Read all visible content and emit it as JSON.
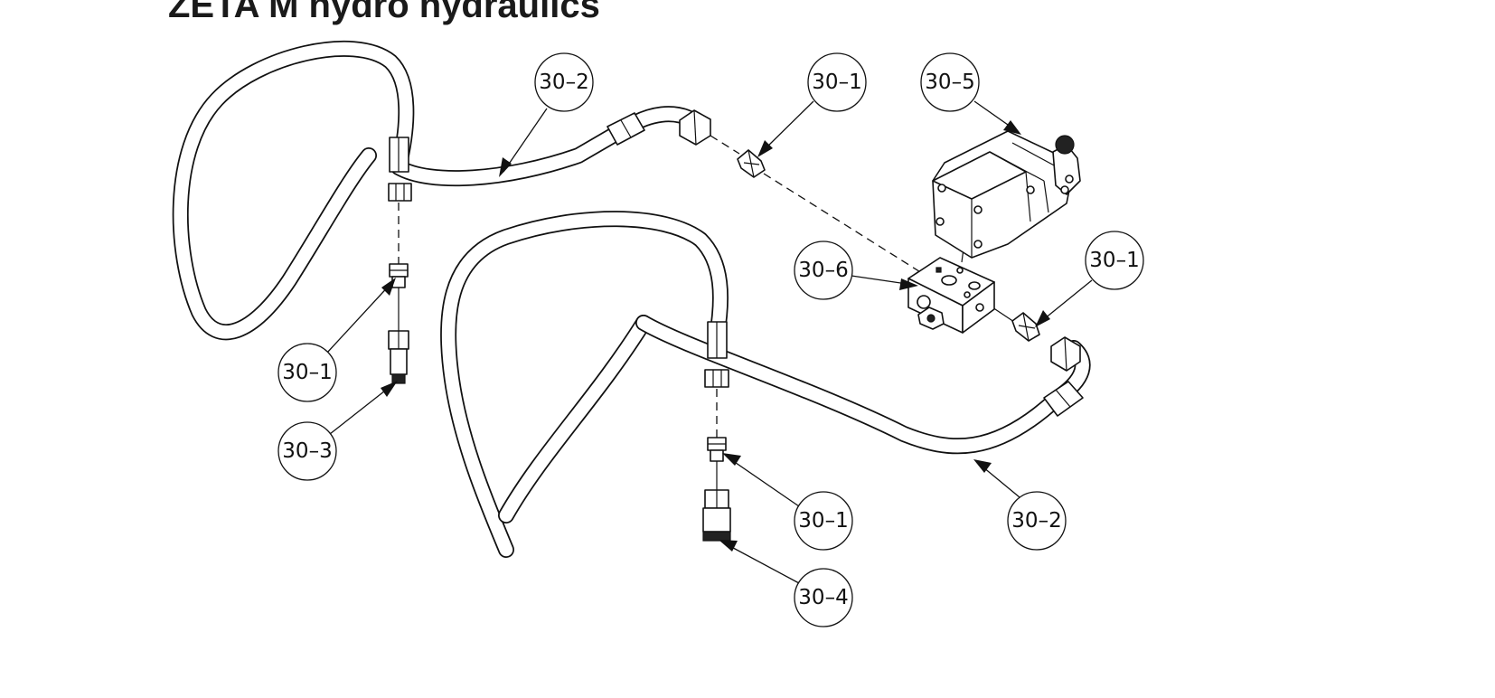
{
  "title": "ZETA M hydro hydraulics",
  "callouts": {
    "hose_upper_label": "30–2",
    "fitting_top_label": "30–1",
    "motor_label": "30–5",
    "valve_block_label": "30–6",
    "fitting_right_label": "30–1",
    "fitting_left_label": "30–1",
    "coupler_male_label": "30–3",
    "fitting_bottom_label": "30–1",
    "coupler_female_label": "30–4",
    "hose_lower_label": "30–2"
  }
}
